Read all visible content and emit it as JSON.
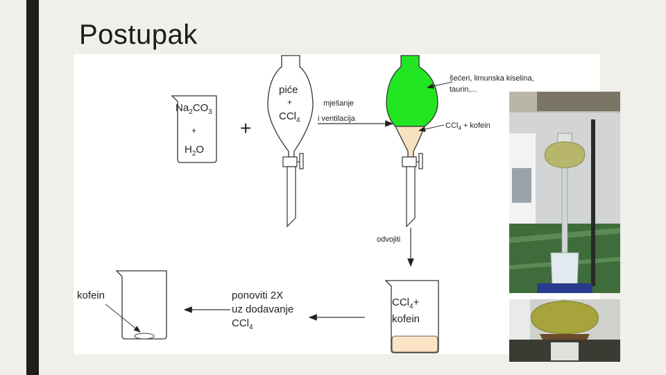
{
  "slide": {
    "title": "Postupak"
  },
  "diagram": {
    "beaker_left": {
      "line1": "Na",
      "sub1": "2",
      "mid1": "CO",
      "sub2": "3",
      "plus": "+",
      "line3": "H",
      "sub3": "2",
      "end3": "O"
    },
    "plus_sign": "+",
    "funnel_left": {
      "line1": "piće",
      "plus": "+",
      "ccl": "CCl",
      "sub": "4"
    },
    "step_mixing": {
      "line1": "mješanje",
      "line2": "i ventilacija"
    },
    "label_top": {
      "line1": "šećeri, limunska kiselina,",
      "line2": "taurin,..."
    },
    "label_bottom_layer": {
      "pre": "CCl",
      "sub": "4",
      "post": " + kofein"
    },
    "step_separate": "odvojiti",
    "beaker_bottom_right": {
      "ccl": "CCl",
      "sub": "4",
      "plus": "+",
      "line2": "kofein"
    },
    "step_repeat": {
      "line1": "ponoviti 2X",
      "line2": "uz dodavanje",
      "ccl": "CCl",
      "sub": "4"
    },
    "beaker_result": {
      "label": "kofein"
    }
  },
  "colors": {
    "accent_bar": "#1f1f1a",
    "upper_layer": "#22e622",
    "lower_layer": "#f6e2c0",
    "beaker_liquid": "#fbe3c4"
  }
}
